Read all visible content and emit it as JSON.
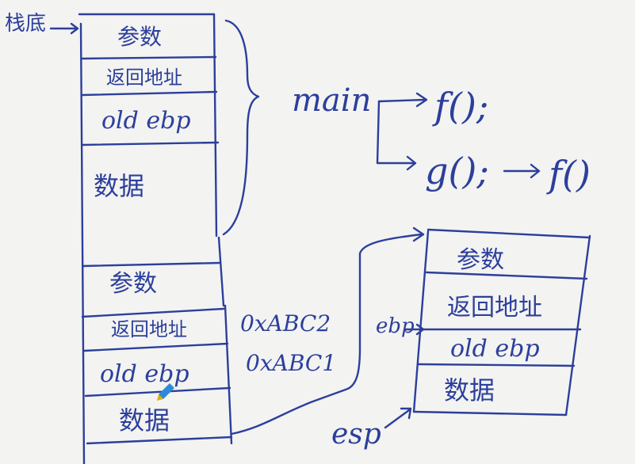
{
  "ink_color": "#2c3f9c",
  "background_color": "#f3f3f1",
  "labels": {
    "stack_bottom": "栈底",
    "main": "main",
    "call_f": "f();",
    "call_g": "g();",
    "call_g_f": "f()",
    "addr_ret": "0xABC2",
    "addr_ebp": "0xABC1",
    "ebp": "ebp",
    "esp": "esp"
  },
  "left_stack": [
    "参数",
    "返回地址",
    "old ebp",
    "数据",
    "参数",
    "返回地址",
    "old ebp",
    "数据"
  ],
  "right_stack": [
    "参数",
    "返回地址",
    "old ebp",
    "数据"
  ]
}
